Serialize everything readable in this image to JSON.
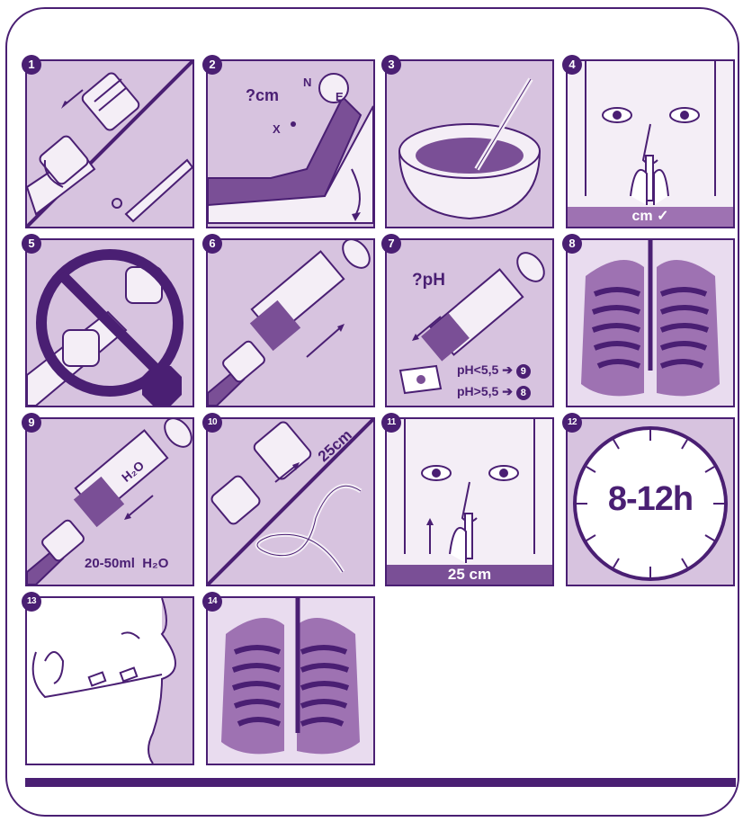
{
  "steps": [
    {
      "n": "1"
    },
    {
      "n": "2",
      "label_cm": "?cm",
      "label_n": "N",
      "label_e": "E",
      "label_x": "X"
    },
    {
      "n": "3"
    },
    {
      "n": "4",
      "bar": "cm ✓"
    },
    {
      "n": "5"
    },
    {
      "n": "6"
    },
    {
      "n": "7",
      "label_ph": "?pH",
      "cond_low": "pH<5,5 ➔ ",
      "cond_low_ref": "9",
      "cond_high": "pH>5,5 ➔ ",
      "cond_high_ref": "8"
    },
    {
      "n": "8"
    },
    {
      "n": "9",
      "h2o_syringe": "H₂O",
      "volume": "20-50ml  H₂O"
    },
    {
      "n": "10",
      "length": "25cm"
    },
    {
      "n": "11",
      "bar": "25 cm"
    },
    {
      "n": "12",
      "time": "8-12h"
    },
    {
      "n": "13"
    },
    {
      "n": "14"
    }
  ],
  "colors": {
    "dark_purple": "#4a1f73",
    "light_purple": "#d7c3df",
    "mid_purple": "#9e72b2",
    "white": "#ffffff"
  }
}
